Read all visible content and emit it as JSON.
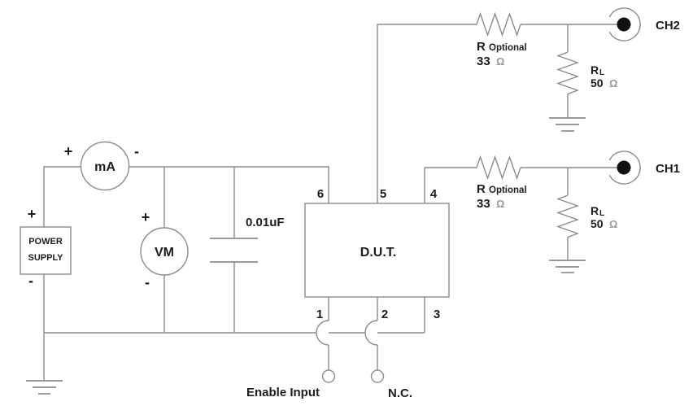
{
  "colors": {
    "wire": "#8c8c8c",
    "text": "#1c1c1c",
    "ohm_symbol": "#9a9a9a",
    "connector_dot": "#111111",
    "background": "#ffffff"
  },
  "power_supply": {
    "line1": "POWER",
    "line2": "SUPPLY",
    "polarity_plus": "+",
    "polarity_minus": "-"
  },
  "ammeter": {
    "label": "mA",
    "polarity_plus": "+",
    "polarity_minus": "-"
  },
  "voltmeter": {
    "label": "VM",
    "polarity_plus": "+",
    "polarity_minus": "-"
  },
  "capacitor": {
    "value": "0.01uF"
  },
  "dut": {
    "label": "D.U.T.",
    "pin1": "1",
    "pin2": "2",
    "pin3": "3",
    "pin4": "4",
    "pin5": "5",
    "pin6": "6"
  },
  "outputs": {
    "ch2": {
      "series_resistor": {
        "name": "R",
        "subscript": "Optional",
        "value": "33",
        "unit": "Ω"
      },
      "load_resistor": {
        "name": "R",
        "subscript": "L",
        "value": "50",
        "unit": "Ω"
      },
      "connector": "CH2"
    },
    "ch1": {
      "series_resistor": {
        "name": "R",
        "subscript": "Optional",
        "value": "33",
        "unit": "Ω"
      },
      "load_resistor": {
        "name": "R",
        "subscript": "L",
        "value": "50",
        "unit": "Ω"
      },
      "connector": "CH1"
    }
  },
  "bottom_terminals": {
    "enable_input": "Enable Input",
    "nc": "N.C."
  }
}
